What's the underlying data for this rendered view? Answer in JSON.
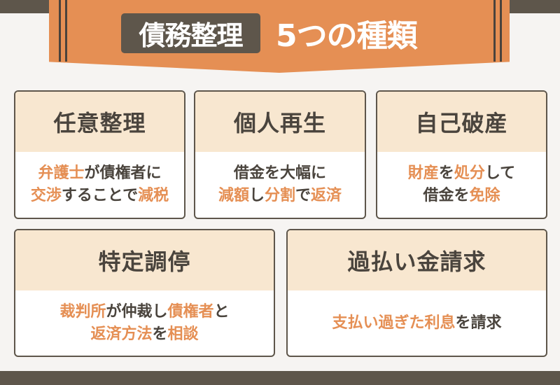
{
  "header": {
    "badge_label": "債務整理",
    "title": "5つの種類"
  },
  "colors": {
    "accent_orange": "#e58f54",
    "dark_brown": "#5e564b",
    "header_beige": "#f8e7d0",
    "text_dark": "#4a443d",
    "background": "#f6f4f2"
  },
  "cards": [
    {
      "title": "任意整理",
      "lines": [
        [
          {
            "t": "弁護士",
            "hl": true
          },
          {
            "t": "が債権者に",
            "hl": false
          }
        ],
        [
          {
            "t": "交渉",
            "hl": true
          },
          {
            "t": "することで",
            "hl": false
          },
          {
            "t": "減税",
            "hl": true
          }
        ]
      ]
    },
    {
      "title": "個人再生",
      "lines": [
        [
          {
            "t": "借金を大幅に",
            "hl": false
          }
        ],
        [
          {
            "t": "減額",
            "hl": true
          },
          {
            "t": "し",
            "hl": false
          },
          {
            "t": "分割",
            "hl": true
          },
          {
            "t": "で",
            "hl": false
          },
          {
            "t": "返済",
            "hl": true
          }
        ]
      ]
    },
    {
      "title": "自己破産",
      "lines": [
        [
          {
            "t": "財産",
            "hl": true
          },
          {
            "t": "を",
            "hl": false
          },
          {
            "t": "処分",
            "hl": true
          },
          {
            "t": "して",
            "hl": false
          }
        ],
        [
          {
            "t": "借金を",
            "hl": false
          },
          {
            "t": "免除",
            "hl": true
          }
        ]
      ]
    },
    {
      "title": "特定調停",
      "lines": [
        [
          {
            "t": "裁判所",
            "hl": true
          },
          {
            "t": "が仲裁し",
            "hl": false
          },
          {
            "t": "債権者",
            "hl": true
          },
          {
            "t": "と",
            "hl": false
          }
        ],
        [
          {
            "t": "返済方法",
            "hl": true
          },
          {
            "t": "を",
            "hl": false
          },
          {
            "t": "相談",
            "hl": true
          }
        ]
      ]
    },
    {
      "title": "過払い金請求",
      "lines": [
        [
          {
            "t": "支払い過ぎた利息",
            "hl": true
          },
          {
            "t": "を請求",
            "hl": false
          }
        ]
      ]
    }
  ]
}
